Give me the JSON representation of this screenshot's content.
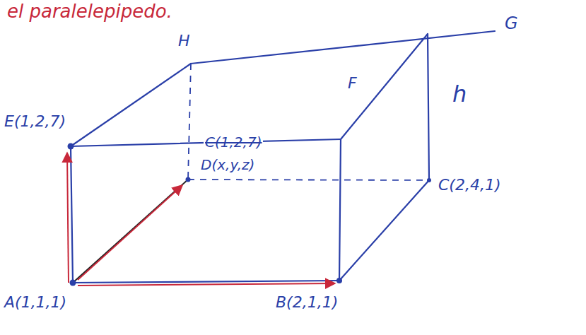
{
  "diagram": {
    "labels": [
      "el paralelepipedo.",
      "H",
      "G",
      "E(1,2,7)",
      "F",
      "h",
      "C(1,2,7)",
      "D(x,y,z)",
      "C(2,4,1)",
      "A(1,1,1)",
      "B(2,1,1)"
    ]
  }
}
